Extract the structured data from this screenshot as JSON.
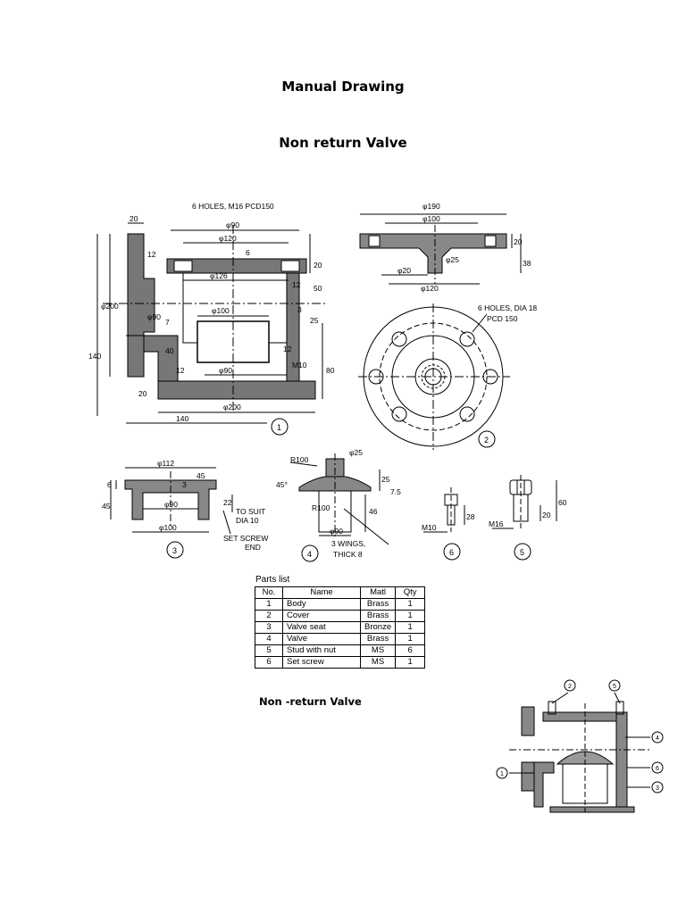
{
  "document": {
    "title": "Manual Drawing",
    "subtitle": "Non return Valve",
    "assembly_caption": "Non -return Valve"
  },
  "fig1": {
    "note": "6 HOLES, M16 PCD150",
    "dims": {
      "d20_top": "20",
      "phi90": "φ90",
      "phi120": "φ120",
      "d6": "6",
      "d12a": "12",
      "d20r": "20",
      "phi126": "φ126",
      "d12b": "12",
      "d50": "50",
      "phi200_v": "φ200",
      "phi90_v": "φ90",
      "phi100": "φ100",
      "d3": "3",
      "d7": "7",
      "d25": "25",
      "d140_v": "140",
      "d40": "40",
      "d12c": "12",
      "m10": "M10",
      "d12d": "12",
      "phi90b": "φ90",
      "d80": "80",
      "d20_b": "20",
      "phi200": "φ200",
      "d140": "140"
    },
    "label": "1"
  },
  "fig2": {
    "note1": "6 HOLES, DIA 18",
    "note2": "PCD 150",
    "dims": {
      "phi190": "φ190",
      "phi100": "φ100",
      "d20": "20",
      "phi25": "φ25",
      "d38": "38",
      "phi20": "φ20",
      "phi120": "φ120"
    },
    "label": "2"
  },
  "fig3": {
    "dims": {
      "phi112": "φ112",
      "d6": "6",
      "d3": "3",
      "d45": "45",
      "d45b": "45",
      "d22": "22",
      "phi90": "φ90",
      "phi100": "φ100"
    },
    "note1": "TO SUIT",
    "note2": "DIA 10",
    "note3": "SET SCREW",
    "note4": "END",
    "label": "3"
  },
  "fig4": {
    "dims": {
      "r100": "R100",
      "phi25": "φ25",
      "d45deg": "45°",
      "d25": "25",
      "d75": "7.5",
      "r100b": "R100",
      "d46": "46",
      "phi90": "φ90"
    },
    "note1": "3 WINGS,",
    "note2": "THICK 8",
    "label": "4"
  },
  "fig5a": {
    "m": "M10",
    "d28": "28",
    "label": "6"
  },
  "fig5b": {
    "m": "M16",
    "d20": "20",
    "d60": "60",
    "label": "5"
  },
  "parts_list": {
    "title": "Parts list",
    "headers": [
      "No.",
      "Name",
      "Matl",
      "Qty"
    ],
    "rows": [
      [
        "1",
        "Body",
        "Brass",
        "1"
      ],
      [
        "2",
        "Cover",
        "Brass",
        "1"
      ],
      [
        "3",
        "Valve seat",
        "Bronze",
        "1"
      ],
      [
        "4",
        "Valve",
        "Brass",
        "1"
      ],
      [
        "5",
        "Stud with nut",
        "MS",
        "6"
      ],
      [
        "6",
        "Set screw",
        "MS",
        "1"
      ]
    ]
  },
  "assembly": {
    "labels": [
      "2",
      "5",
      "4",
      "1",
      "6",
      "3"
    ]
  }
}
